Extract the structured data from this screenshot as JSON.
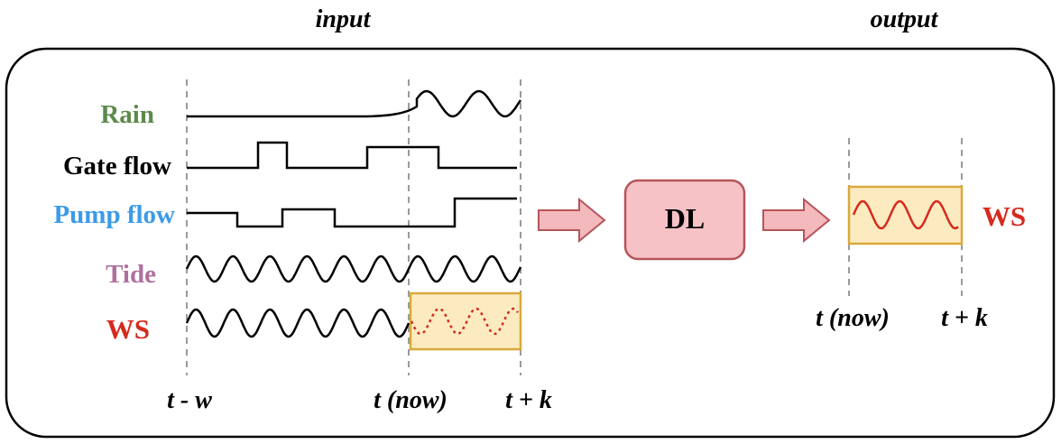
{
  "headers": {
    "input": "input",
    "output": "output"
  },
  "variables": [
    {
      "key": "rain",
      "label": "Rain",
      "color": "#5c8a4a"
    },
    {
      "key": "gate",
      "label": "Gate flow",
      "color": "#000000"
    },
    {
      "key": "pump",
      "label": "Pump flow",
      "color": "#3d9ae8"
    },
    {
      "key": "tide",
      "label": "Tide",
      "color": "#b0709e"
    },
    {
      "key": "ws",
      "label": "WS",
      "color": "#d62a1f"
    }
  ],
  "time_labels": {
    "start": "t - w",
    "now": "t (now)",
    "end": "t + k"
  },
  "model": {
    "label": "DL"
  },
  "output": {
    "label": "WS",
    "now": "t (now)",
    "end": "t + k"
  },
  "colors": {
    "arrow_fill": "#f4b9bd",
    "arrow_stroke": "#b5555a",
    "dl_fill": "#f6c2c6",
    "dl_stroke": "#b5555a",
    "forecast_fill": "#fcebc0",
    "forecast_stroke": "#d9a93c",
    "ws_red": "#d62a1f"
  }
}
